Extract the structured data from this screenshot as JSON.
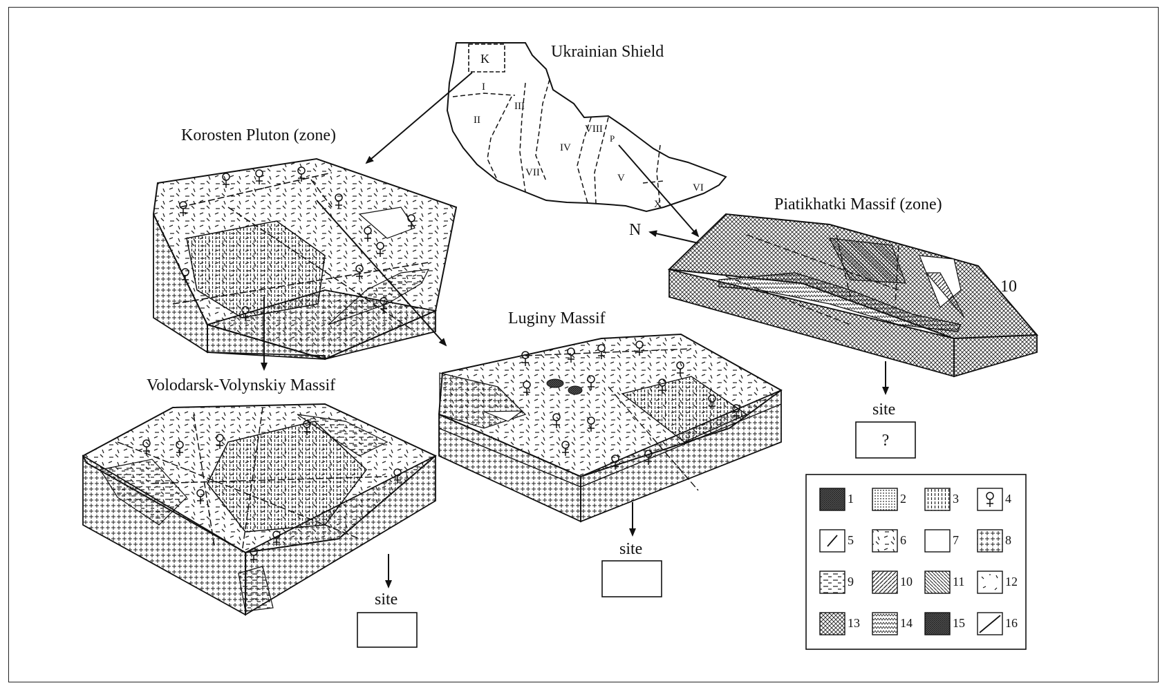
{
  "titles": {
    "shield": "Ukrainian Shield",
    "korosten": "Korosten Pluton (zone)",
    "volodarsk": "Volodarsk-Volynskiy Massif",
    "luginy": "Luginy Massif",
    "piatikhatki": "Piatikhatki Massif (zone)"
  },
  "shield_map": {
    "box_label": "K",
    "zone_labels": [
      "I",
      "II",
      "III",
      "IV",
      "V",
      "VI",
      "VII",
      "VIII",
      "X"
    ],
    "point_label": "P",
    "north_label": "N"
  },
  "site_label": "site",
  "site_boxes": {
    "volodarsk": "",
    "luginy": "",
    "piatikhatki": "?"
  },
  "block_annotation": "10",
  "legend": {
    "items": [
      {
        "num": "1",
        "pattern": "dense-dark"
      },
      {
        "num": "2",
        "pattern": "fine-dots"
      },
      {
        "num": "3",
        "pattern": "vertical-lines"
      },
      {
        "num": "4",
        "pattern": "venus-symbol"
      },
      {
        "num": "5",
        "pattern": "single-dash"
      },
      {
        "num": "6",
        "pattern": "scattered-dashes"
      },
      {
        "num": "7",
        "pattern": "blank"
      },
      {
        "num": "8",
        "pattern": "crosses"
      },
      {
        "num": "9",
        "pattern": "horizontal-dashes"
      },
      {
        "num": "10",
        "pattern": "diagonal-hatch-dense"
      },
      {
        "num": "11",
        "pattern": "diagonal-hatch"
      },
      {
        "num": "12",
        "pattern": "sparse-marks"
      },
      {
        "num": "13",
        "pattern": "checker-hatch"
      },
      {
        "num": "14",
        "pattern": "zigzag"
      },
      {
        "num": "15",
        "pattern": "dark-diagonal"
      },
      {
        "num": "16",
        "pattern": "fault-line"
      }
    ]
  }
}
